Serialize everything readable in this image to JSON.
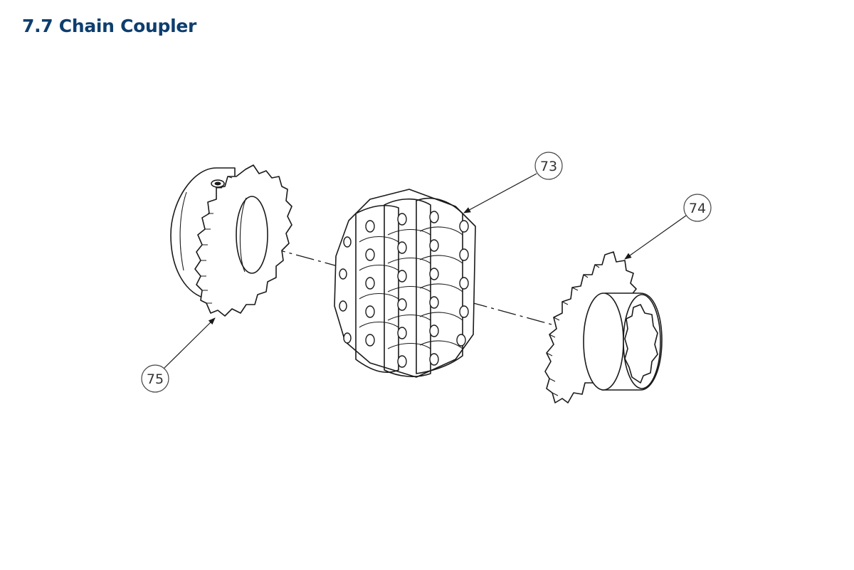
{
  "header": {
    "title": "7.7 Chain Coupler"
  },
  "diagram": {
    "callouts": [
      {
        "id": "73",
        "label": "73",
        "part": "double roller chain"
      },
      {
        "id": "74",
        "label": "74",
        "part": "splined hub sprocket"
      },
      {
        "id": "75",
        "label": "75",
        "part": "bored hub sprocket"
      }
    ]
  },
  "colors": {
    "title": "#0d3e6e",
    "line": "#1a1a1a",
    "callout_text": "#333333"
  }
}
